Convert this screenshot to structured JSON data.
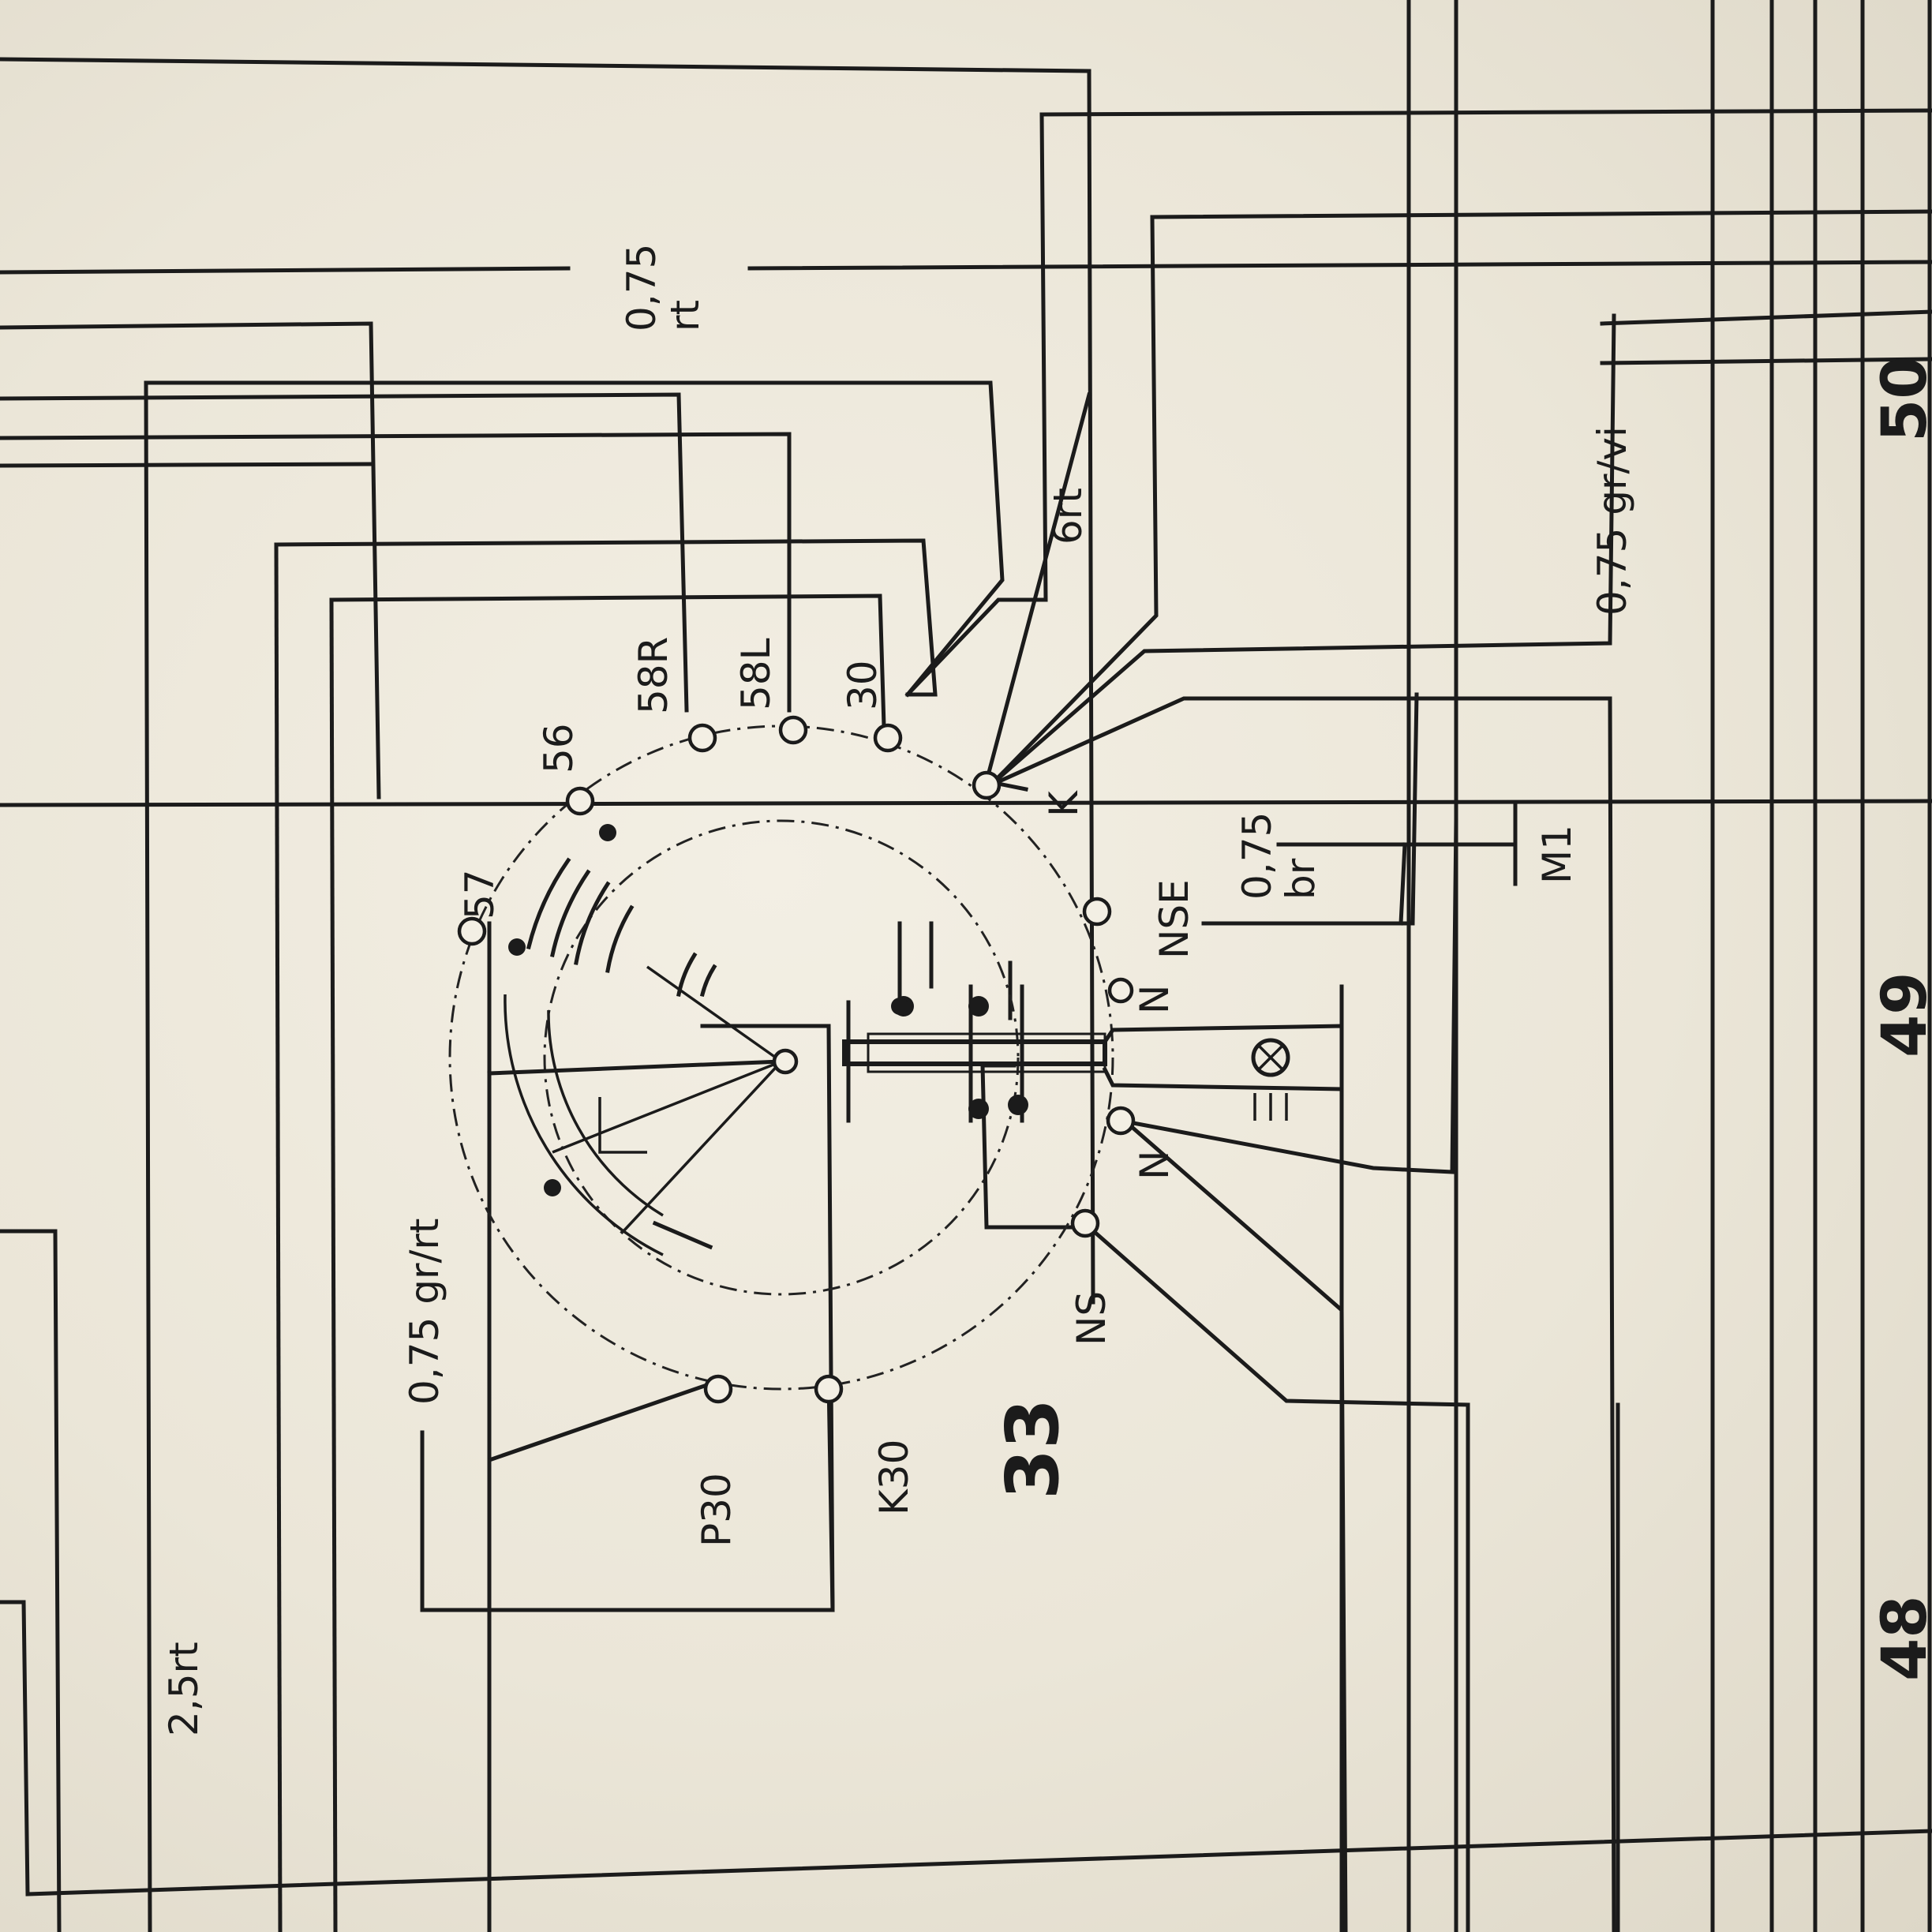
{
  "diagram": {
    "component_number": "33",
    "terminals": {
      "t57": "57",
      "t56": "56",
      "t58R": "58R",
      "t58L": "58L",
      "t30": "30",
      "tK": "K",
      "tNSE": "NSE",
      "tN": "N",
      "tNS": "NS",
      "tP30": "P30",
      "tK30": "K30"
    },
    "wire_labels": {
      "rt_075": "0,75\nrt",
      "grrt_075": "0,75 gr/rt",
      "rt_25": "2,5rt",
      "rt_6": "6rt",
      "grvi_075": "0,75 gr/vi",
      "br_075": "0,75\nbr"
    },
    "ground_label": "M1",
    "edge_labels": [
      "50",
      "49",
      "48"
    ]
  }
}
